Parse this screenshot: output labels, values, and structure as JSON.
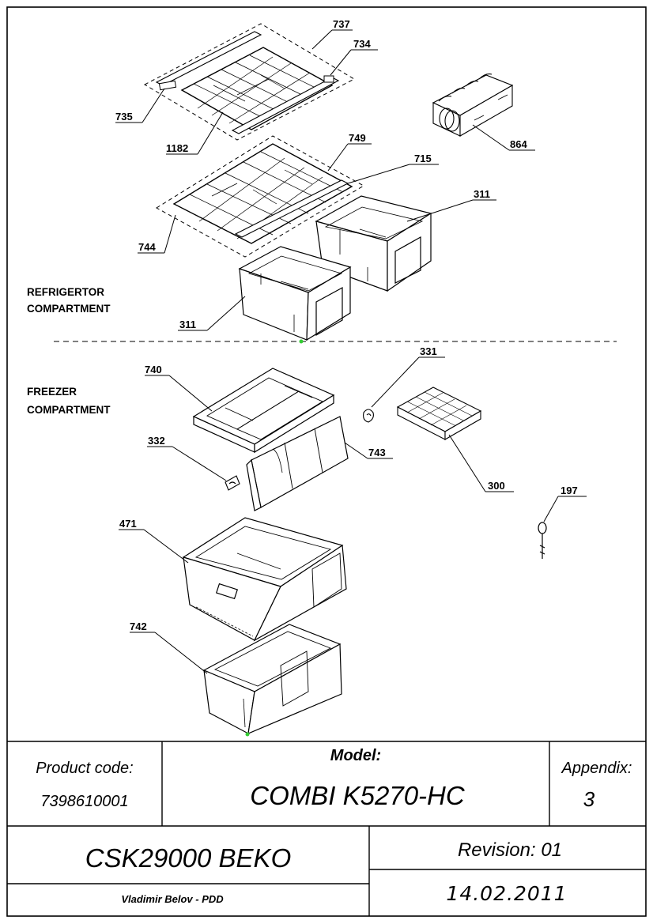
{
  "sections": {
    "refrigerator": [
      "REFRIGERTOR",
      "COMPARTMENT"
    ],
    "freezer": [
      "FREEZER",
      "COMPARTMENT"
    ]
  },
  "callouts": {
    "c737": "737",
    "c734": "734",
    "c735": "735",
    "c1182": "1182",
    "c864": "864",
    "c749": "749",
    "c715": "715",
    "c311a": "311",
    "c744": "744",
    "c311b": "311",
    "c331": "331",
    "c740": "740",
    "c743": "743",
    "c332": "332",
    "c300": "300",
    "c197": "197",
    "c471": "471",
    "c742": "742"
  },
  "title_block": {
    "product_code_label": "Product code:",
    "product_code": "7398610001",
    "model_label": "Model:",
    "model": "COMBI K5270-HC",
    "appendix_label": "Appendix:",
    "appendix": "3",
    "document": "CSK29000 BEKO",
    "revision": "Revision: 01",
    "author": "Vladimir Belov - PDD",
    "date": "14.02.2011"
  }
}
